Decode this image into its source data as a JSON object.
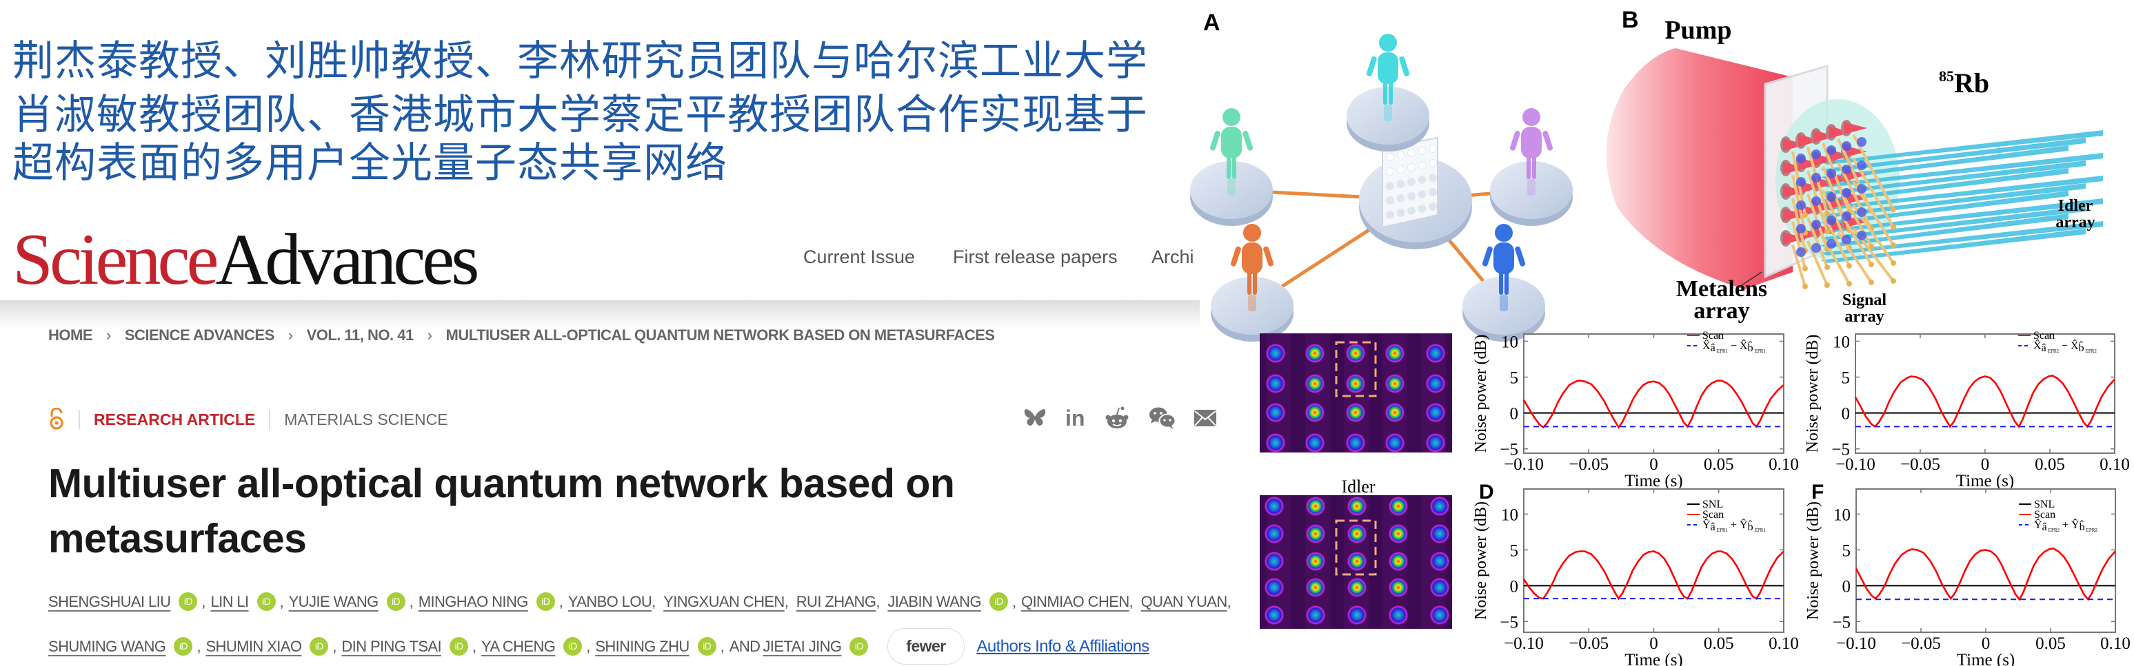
{
  "headline": {
    "lines": [
      "荆杰泰教授、刘胜帅教授、李林研究员团队与哈尔滨工业大学",
      "肖淑敏教授团队、香港城市大学蔡定平教授团队合作实现基于",
      "超构表面的多用户全光量子态共享网络"
    ]
  },
  "site": {
    "logo_part1": "Science",
    "logo_part2": "Advances",
    "nav": [
      "Current Issue",
      "First release papers",
      "Archi"
    ]
  },
  "breadcrumb": [
    "HOME",
    "SCIENCE ADVANCES",
    "VOL. 11, NO. 41",
    "MULTIUSER ALL-OPTICAL QUANTUM NETWORK BASED ON METASURFACES"
  ],
  "breadcrumb_separator": "›",
  "article": {
    "access_icon": "open-access-icon",
    "type": "RESEARCH ARTICLE",
    "subject": "MATERIALS SCIENCE",
    "share_icons": [
      "bluesky-icon",
      "linkedin-icon",
      "reddit-icon",
      "wechat-icon",
      "email-icon"
    ],
    "linkedin_text": "in",
    "title": "Multiuser all-optical quantum network based on metasurfaces",
    "orcid_text": "iD",
    "authors_line1": [
      {
        "name": "SHENGSHUAI LIU",
        "orcid": true
      },
      {
        "name": "LIN LI",
        "orcid": true
      },
      {
        "name": "YUJIE WANG",
        "orcid": true
      },
      {
        "name": "MINGHAO NING",
        "orcid": true
      },
      {
        "name": "YANBO LOU",
        "orcid": false
      },
      {
        "name": "YINGXUAN CHEN",
        "orcid": false
      },
      {
        "name": "RUI ZHANG",
        "orcid": false
      },
      {
        "name": "JIABIN WANG",
        "orcid": true
      },
      {
        "name": "QINMIAO CHEN",
        "orcid": false
      },
      {
        "name": "QUAN YUAN",
        "orcid": false
      }
    ],
    "authors_line2": [
      {
        "name": "SHUMING WANG",
        "orcid": true
      },
      {
        "name": "SHUMIN XIAO",
        "orcid": true
      },
      {
        "name": "DIN PING TSAI",
        "orcid": true
      },
      {
        "name": "YA CHENG",
        "orcid": true
      },
      {
        "name": "SHINING ZHU",
        "orcid": true
      },
      {
        "name": "JIETAI JING",
        "orcid": true,
        "prefix": "AND "
      }
    ],
    "fewer_label": "fewer",
    "affiliations_link": "Authors Info & Affiliations"
  },
  "figure": {
    "panel_a_label": "A",
    "panel_b_label": "B",
    "panel_b": {
      "pump": "Pump",
      "rb_mass": "85",
      "rb": "Rb",
      "metalens": [
        "Metalens",
        "array"
      ],
      "signal": [
        "Signal",
        "array"
      ],
      "idler": [
        "Idler",
        "array"
      ]
    },
    "heatmap_label": "Idler",
    "user_colors": [
      "#35d6dc",
      "#5fdcae",
      "#c583e6",
      "#e56a2a",
      "#1f63e0"
    ],
    "link_color": "#e98a3c",
    "pump_color": "#ef4f62",
    "idler_beam_color": "#3cbde0",
    "signal_beam_color": "#f0c27a"
  },
  "colors": {
    "brand_red": "#c4232b",
    "headline_blue": "#1f5aa6",
    "orcid_green": "#a6ce39",
    "link_blue": "#1a56c4"
  },
  "chart_data": [
    {
      "type": "line",
      "panel_label": "",
      "xlabel": "Time (s)",
      "ylabel": "Noise power (dB)",
      "xlim": [
        -0.1,
        0.1
      ],
      "ylim": [
        -5.6,
        11
      ],
      "xticks": [
        -0.1,
        -0.05,
        0,
        0.05,
        0.1
      ],
      "xtick_labels": [
        "−0.10",
        "−0.05",
        "0",
        "0.05",
        "0.10"
      ],
      "yticks": [
        -5,
        0,
        5,
        10
      ],
      "ytick_labels": [
        "−5",
        "0",
        "5",
        "10"
      ],
      "legend": [
        {
          "series": "Scan",
          "parts": [
            [
              "Scan",
              ""
            ]
          ]
        },
        {
          "series": "EPR",
          "parts": [
            [
              "X̂",
              ""
            ],
            [
              "â",
              "sub"
            ],
            [
              "EPR1",
              "subsub"
            ],
            [
              " − X̂",
              ""
            ],
            [
              "b̂",
              "sub"
            ],
            [
              "EPR1",
              "subsub"
            ]
          ]
        }
      ],
      "series": [
        {
          "name": "SNL",
          "color": "#000000",
          "style": "solid",
          "x": [
            -0.1,
            0.1
          ],
          "y": [
            0,
            0
          ]
        },
        {
          "name": "Scan",
          "color": "#ff0000",
          "style": "solid",
          "x": [
            -0.1,
            -0.096,
            -0.092,
            -0.088,
            -0.085,
            -0.082,
            -0.078,
            -0.074,
            -0.07,
            -0.065,
            -0.06,
            -0.057,
            -0.053,
            -0.048,
            -0.043,
            -0.038,
            -0.034,
            -0.03,
            -0.027,
            -0.024,
            -0.02,
            -0.016,
            -0.012,
            -0.008,
            -0.004,
            0,
            0.004,
            0.008,
            0.012,
            0.016,
            0.02,
            0.023,
            0.026,
            0.029,
            0.033,
            0.037,
            0.041,
            0.045,
            0.049,
            0.052,
            0.056,
            0.06,
            0.064,
            0.068,
            0.072,
            0.076,
            0.079,
            0.082,
            0.086,
            0.09,
            0.095,
            0.1
          ],
          "y": [
            1.8,
            0.6,
            -0.6,
            -1.6,
            -2.0,
            -1.4,
            -0.2,
            1.4,
            2.7,
            3.9,
            4.4,
            4.5,
            4.4,
            4.0,
            3.0,
            1.6,
            0.2,
            -1.1,
            -2.0,
            -1.2,
            0.3,
            1.9,
            3.1,
            3.9,
            4.3,
            4.4,
            4.2,
            3.6,
            2.6,
            1.2,
            -0.2,
            -1.3,
            -1.9,
            -0.9,
            0.9,
            2.5,
            3.6,
            4.2,
            4.5,
            4.5,
            4.2,
            3.6,
            2.6,
            1.4,
            0.0,
            -1.4,
            -1.9,
            -1.0,
            0.6,
            2.0,
            3.1,
            3.9
          ]
        },
        {
          "name": "EPR",
          "color": "#1a1aff",
          "style": "dashed",
          "x": [
            -0.1,
            0.1
          ],
          "y": [
            -1.9,
            -1.9
          ]
        }
      ]
    },
    {
      "type": "line",
      "panel_label": "",
      "xlabel": "Time (s)",
      "ylabel": "Noise power (dB)",
      "xlim": [
        -0.1,
        0.1
      ],
      "ylim": [
        -5.6,
        11
      ],
      "xticks": [
        -0.1,
        -0.05,
        0,
        0.05,
        0.1
      ],
      "xtick_labels": [
        "−0.10",
        "−0.05",
        "0",
        "0.05",
        "0.10"
      ],
      "yticks": [
        -5,
        0,
        5,
        10
      ],
      "ytick_labels": [
        "−5",
        "0",
        "5",
        "10"
      ],
      "legend": [
        {
          "series": "Scan",
          "parts": [
            [
              "Scan",
              ""
            ]
          ]
        },
        {
          "series": "EPR",
          "parts": [
            [
              "X̂",
              ""
            ],
            [
              "â",
              "sub"
            ],
            [
              "EPR2",
              "subsub"
            ],
            [
              " − X̂",
              ""
            ],
            [
              "b̂",
              "sub"
            ],
            [
              "EPR2",
              "subsub"
            ]
          ]
        }
      ],
      "series": [
        {
          "name": "SNL",
          "color": "#000000",
          "style": "solid",
          "x": [
            -0.1,
            0.1
          ],
          "y": [
            0,
            0
          ]
        },
        {
          "name": "Scan",
          "color": "#ff0000",
          "style": "solid",
          "x": [
            -0.1,
            -0.096,
            -0.092,
            -0.088,
            -0.085,
            -0.082,
            -0.078,
            -0.074,
            -0.07,
            -0.065,
            -0.06,
            -0.057,
            -0.053,
            -0.048,
            -0.043,
            -0.038,
            -0.034,
            -0.03,
            -0.027,
            -0.024,
            -0.02,
            -0.016,
            -0.012,
            -0.008,
            -0.004,
            0,
            0.004,
            0.008,
            0.012,
            0.016,
            0.02,
            0.023,
            0.026,
            0.029,
            0.033,
            0.037,
            0.041,
            0.045,
            0.049,
            0.052,
            0.056,
            0.06,
            0.064,
            0.068,
            0.072,
            0.076,
            0.079,
            0.082,
            0.086,
            0.09,
            0.095,
            0.1
          ],
          "y": [
            2.2,
            0.9,
            -0.5,
            -1.5,
            -1.9,
            -1.3,
            -0.1,
            1.6,
            3.0,
            4.3,
            4.9,
            5.1,
            5.0,
            4.6,
            3.5,
            1.9,
            0.3,
            -1.0,
            -1.9,
            -1.2,
            0.4,
            2.1,
            3.5,
            4.4,
            4.9,
            5.1,
            4.9,
            4.2,
            3.0,
            1.4,
            -0.1,
            -1.2,
            -1.9,
            -0.9,
            1.0,
            2.8,
            4.0,
            4.7,
            5.1,
            5.2,
            4.8,
            4.1,
            3.0,
            1.6,
            0.1,
            -1.3,
            -1.9,
            -1.0,
            0.7,
            2.3,
            3.7,
            4.7
          ]
        },
        {
          "name": "EPR",
          "color": "#1a1aff",
          "style": "dashed",
          "x": [
            -0.1,
            0.1
          ],
          "y": [
            -1.9,
            -1.9
          ]
        }
      ]
    },
    {
      "type": "line",
      "panel_label": "D",
      "xlabel": "Time (s)",
      "ylabel": "Noise power (dB)",
      "xlim": [
        -0.1,
        0.1
      ],
      "ylim": [
        -6.5,
        13.5
      ],
      "xticks": [
        -0.1,
        -0.05,
        0,
        0.05,
        0.1
      ],
      "xtick_labels": [
        "−0.10",
        "−0.05",
        "0",
        "0.05",
        "0.10"
      ],
      "yticks": [
        -5,
        0,
        5,
        10
      ],
      "ytick_labels": [
        "−5",
        "0",
        "5",
        "10"
      ],
      "legend": [
        {
          "series": "SNL",
          "parts": [
            [
              "SNL",
              ""
            ]
          ]
        },
        {
          "series": "Scan",
          "parts": [
            [
              "Scan",
              ""
            ]
          ]
        },
        {
          "series": "EPR",
          "parts": [
            [
              "Ŷ",
              ""
            ],
            [
              "â",
              "sub"
            ],
            [
              "EPR1",
              "subsub"
            ],
            [
              " + Ŷ",
              ""
            ],
            [
              "b̂",
              "sub"
            ],
            [
              "EPR1",
              "subsub"
            ]
          ]
        }
      ],
      "series": [
        {
          "name": "SNL",
          "color": "#000000",
          "style": "solid",
          "x": [
            -0.1,
            0.1
          ],
          "y": [
            0,
            0
          ]
        },
        {
          "name": "Scan",
          "color": "#ff0000",
          "style": "solid",
          "x": [
            -0.1,
            -0.096,
            -0.092,
            -0.088,
            -0.085,
            -0.082,
            -0.078,
            -0.074,
            -0.07,
            -0.065,
            -0.06,
            -0.057,
            -0.053,
            -0.048,
            -0.043,
            -0.038,
            -0.034,
            -0.03,
            -0.027,
            -0.024,
            -0.02,
            -0.016,
            -0.012,
            -0.008,
            -0.004,
            0,
            0.004,
            0.008,
            0.012,
            0.016,
            0.02,
            0.023,
            0.026,
            0.029,
            0.033,
            0.037,
            0.041,
            0.045,
            0.049,
            0.052,
            0.056,
            0.06,
            0.064,
            0.068,
            0.072,
            0.076,
            0.079,
            0.082,
            0.086,
            0.09,
            0.095,
            0.1
          ],
          "y": [
            0.9,
            -0.2,
            -1.1,
            -1.7,
            -1.8,
            -1.0,
            0.3,
            1.9,
            3.1,
            4.2,
            4.7,
            4.8,
            4.8,
            4.4,
            3.4,
            2.0,
            0.5,
            -0.9,
            -1.8,
            -1.0,
            0.5,
            2.2,
            3.4,
            4.3,
            4.7,
            4.8,
            4.5,
            3.8,
            2.6,
            1.0,
            -0.6,
            -1.5,
            -1.8,
            -0.8,
            1.0,
            2.7,
            3.8,
            4.5,
            4.8,
            4.8,
            4.5,
            3.8,
            2.7,
            1.3,
            -0.2,
            -1.5,
            -1.8,
            -0.9,
            0.8,
            2.4,
            3.9,
            4.8
          ]
        },
        {
          "name": "EPR",
          "color": "#1a1aff",
          "style": "dashed",
          "x": [
            -0.1,
            0.1
          ],
          "y": [
            -1.8,
            -1.8
          ]
        }
      ]
    },
    {
      "type": "line",
      "panel_label": "F",
      "xlabel": "Time (s)",
      "ylabel": "Noise power (dB)",
      "xlim": [
        -0.1,
        0.1
      ],
      "ylim": [
        -6.5,
        13.5
      ],
      "xticks": [
        -0.1,
        -0.05,
        0,
        0.05,
        0.1
      ],
      "xtick_labels": [
        "−0.10",
        "−0.05",
        "0",
        "0.05",
        "0.10"
      ],
      "yticks": [
        -5,
        0,
        5,
        10
      ],
      "ytick_labels": [
        "−5",
        "0",
        "5",
        "10"
      ],
      "legend": [
        {
          "series": "SNL",
          "parts": [
            [
              "SNL",
              ""
            ]
          ]
        },
        {
          "series": "Scan",
          "parts": [
            [
              "Scan",
              ""
            ]
          ]
        },
        {
          "series": "EPR",
          "parts": [
            [
              "Ŷ",
              ""
            ],
            [
              "â",
              "sub"
            ],
            [
              "EPR2",
              "subsub"
            ],
            [
              " + Ŷ",
              ""
            ],
            [
              "b̂",
              "sub"
            ],
            [
              "EPR2",
              "subsub"
            ]
          ]
        }
      ],
      "series": [
        {
          "name": "SNL",
          "color": "#000000",
          "style": "solid",
          "x": [
            -0.1,
            0.1
          ],
          "y": [
            0,
            0
          ]
        },
        {
          "name": "Scan",
          "color": "#ff0000",
          "style": "solid",
          "x": [
            -0.1,
            -0.096,
            -0.092,
            -0.088,
            -0.085,
            -0.082,
            -0.078,
            -0.074,
            -0.07,
            -0.065,
            -0.06,
            -0.057,
            -0.053,
            -0.048,
            -0.043,
            -0.038,
            -0.034,
            -0.03,
            -0.027,
            -0.024,
            -0.02,
            -0.016,
            -0.012,
            -0.008,
            -0.004,
            0,
            0.004,
            0.008,
            0.012,
            0.016,
            0.02,
            0.023,
            0.026,
            0.029,
            0.033,
            0.037,
            0.041,
            0.045,
            0.049,
            0.052,
            0.056,
            0.06,
            0.064,
            0.068,
            0.072,
            0.076,
            0.079,
            0.082,
            0.086,
            0.09,
            0.095,
            0.1
          ],
          "y": [
            2.4,
            1.0,
            -0.4,
            -1.4,
            -1.8,
            -1.2,
            0.0,
            1.7,
            3.1,
            4.3,
            4.9,
            5.1,
            5.0,
            4.6,
            3.5,
            1.9,
            0.3,
            -1.0,
            -1.8,
            -1.1,
            0.4,
            2.1,
            3.5,
            4.4,
            4.9,
            5.0,
            4.8,
            4.2,
            3.0,
            1.4,
            -0.1,
            -1.2,
            -1.9,
            -0.9,
            1.0,
            2.8,
            4.0,
            4.7,
            5.1,
            5.2,
            4.8,
            4.1,
            3.0,
            1.6,
            0.1,
            -1.3,
            -1.9,
            -1.0,
            0.7,
            2.3,
            3.8,
            4.8
          ]
        },
        {
          "name": "EPR",
          "color": "#1a1aff",
          "style": "dashed",
          "x": [
            -0.1,
            0.1
          ],
          "y": [
            -1.9,
            -1.9
          ]
        }
      ]
    }
  ]
}
